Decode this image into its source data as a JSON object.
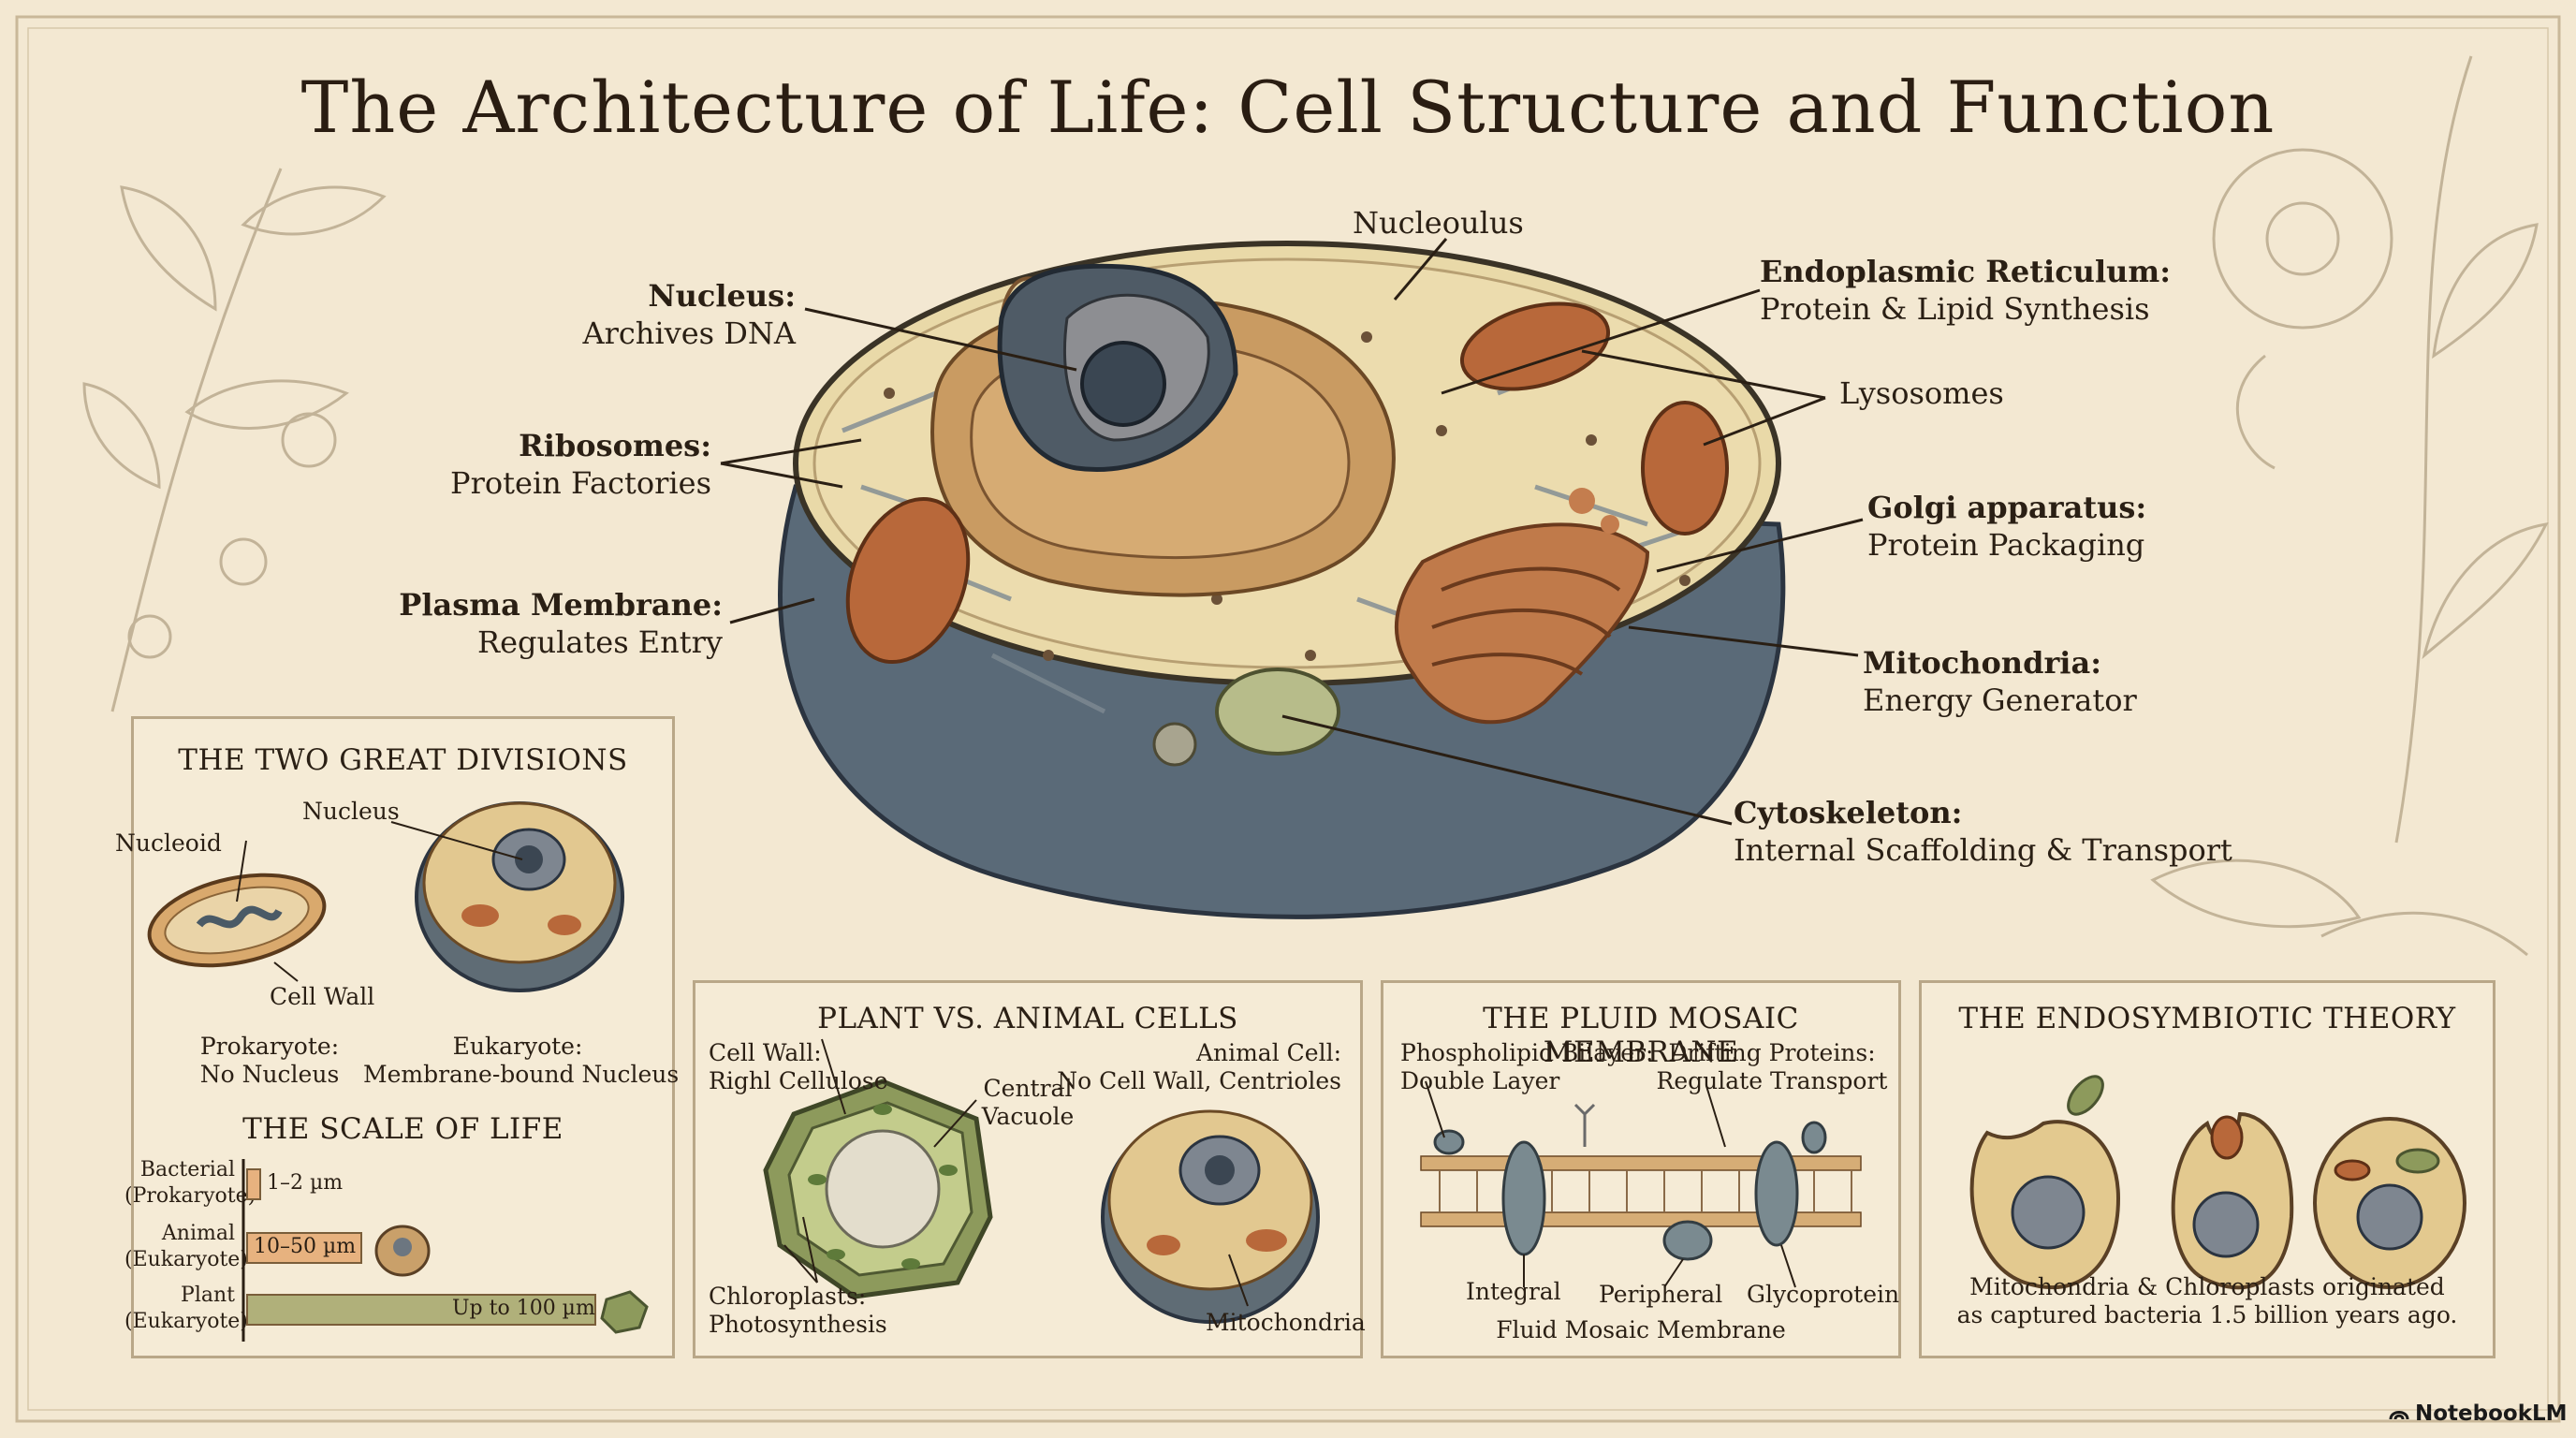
{
  "title": "The Architecture of Life: Cell Structure and Function",
  "main_labels": {
    "nucleolus": "Nucleoulus",
    "nucleus_title": "Nucleus:",
    "nucleus_desc": "Archives DNA",
    "ribosomes_title": "Ribosomes:",
    "ribosomes_desc": "Protein Factories",
    "plasma_title": "Plasma Membrane:",
    "plasma_desc": "Regulates Entry",
    "er_title": "Endoplasmic Reticulum:",
    "er_desc": "Protein & Lipid Synthesis",
    "lysosomes": "Lysosomes",
    "golgi_title": "Golgi apparatus:",
    "golgi_desc": "Protein Packaging",
    "mito_title": "Mitochondria:",
    "mito_desc": "Energy Generator",
    "cyto_title": "Cytoskeleton:",
    "cyto_desc": "Internal Scaffolding & Transport"
  },
  "divisions": {
    "title": "THE TWO GREAT DIVISIONS",
    "nucleoid": "Nucleoid",
    "nucleus": "Nucleus",
    "cell_wall": "Cell Wall",
    "prokaryote_title": "Prokaryote:",
    "prokaryote_desc": "No Nucleus",
    "eukaryote_title": "Eukaryote:",
    "eukaryote_desc": "Membrane-bound Nucleus"
  },
  "scale": {
    "title": "THE SCALE OF LIFE",
    "rows": [
      {
        "name": "Bacterial",
        "type": "(Prokaryote)",
        "size": "1–2 µm"
      },
      {
        "name": "Animal",
        "type": "(Eukaryote)",
        "size": "10–50 µm"
      },
      {
        "name": "Plant",
        "type": "(Eukaryote)",
        "size": "Up to 100 µm"
      }
    ]
  },
  "plant_animal": {
    "title": "PLANT VS. ANIMAL CELLS",
    "cell_wall_title": "Cell Wall:",
    "cell_wall_desc": "Righl Cellulose",
    "central": "Central",
    "vacuole": "Vacuole",
    "animal_title": "Animal Cell:",
    "animal_desc": "No Cell Wall, Centrioles",
    "chloro_title": "Chloroplasts:",
    "chloro_desc": "Photosynthesis",
    "mito": "Mitochondria"
  },
  "membrane": {
    "title": "THE PLUID MOSAIC MEMBRANE",
    "bilayer_title": "Phospholipid Bilayer:",
    "bilayer_desc": "Double Layer",
    "drift_title": "Drifting Proteins:",
    "drift_desc": "Regulate Transport",
    "integral": "Integral",
    "peripheral": "Peripheral",
    "glyco": "Glycoprotein",
    "caption": "Fluid Mosaic Membrane"
  },
  "endo": {
    "title": "THE ENDOSYMBIOTIC THEORY",
    "line1": "Mitochondria & Chloroplasts originated",
    "line2": "as captured bacteria 1.5 billion years ago."
  },
  "logo": "NotebookLM"
}
